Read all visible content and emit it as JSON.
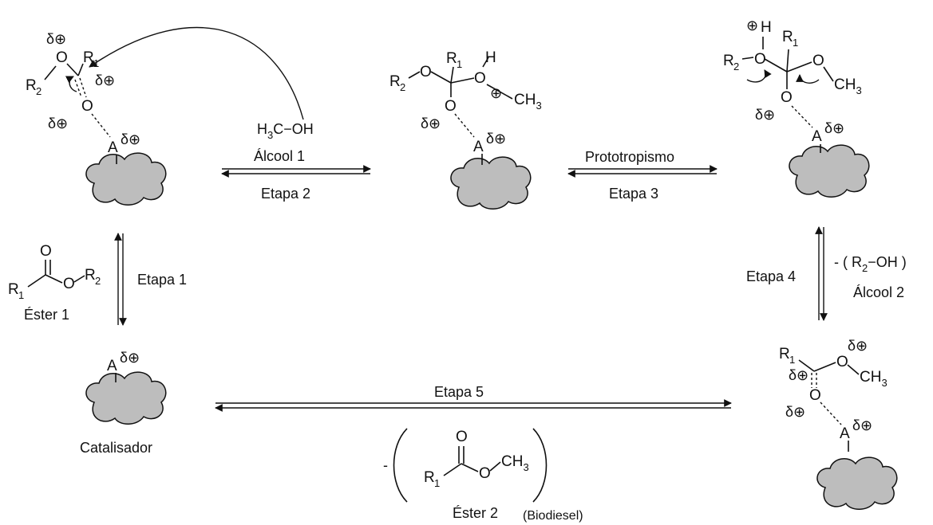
{
  "atoms": {
    "O": "O",
    "A": "A",
    "R": "R",
    "H": "H",
    "C": "C",
    "OH": "OH",
    "one": "1",
    "two": "2",
    "three": "3"
  },
  "symbols": {
    "delta": "δ",
    "plus": "⊕",
    "bond_dash": "−"
  },
  "reagents": {
    "methanol_formula": "H3C−OH",
    "alcohol1": "Álcool 1",
    "alcohol2": "Álcool 2",
    "removed_alcohol": "- ( R2−OH )",
    "minus": "-",
    "ester1": "Éster 1",
    "ester2": "Éster 2",
    "biodiesel": "(Biodiesel)",
    "catalyst": "Catalisador",
    "prototropism": "Prototropismo"
  },
  "steps": {
    "step1": "Etapa 1",
    "step2": "Etapa 2",
    "step3": "Etapa 3",
    "step4": "Etapa 4",
    "step5": "Etapa 5"
  },
  "colors": {
    "cloud_fill": "#bdbdbd",
    "ink": "#111111",
    "background": "#ffffff"
  }
}
